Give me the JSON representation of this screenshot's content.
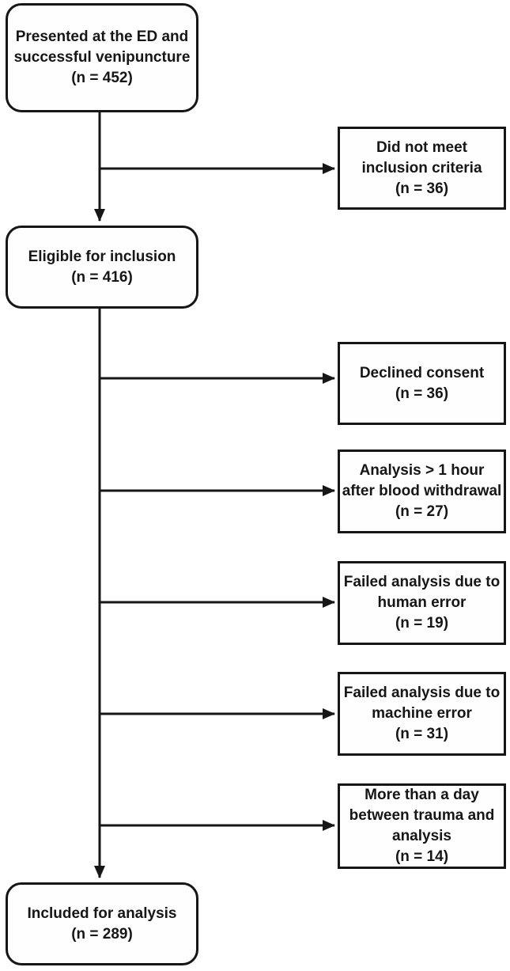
{
  "figure": {
    "type": "patient-flow-diagram",
    "background_color": "#ffffff",
    "line_color": "#161616",
    "box_fill_color": "#fefefe",
    "nodes": {
      "presented": {
        "label": "Presented at the ED and\nsuccessful venipuncture",
        "count": "(n = 452)"
      },
      "did_not_meet": {
        "label": "Did not meet\ninclusion criteria",
        "count": "(n = 36)"
      },
      "eligible": {
        "label": "Eligible for inclusion",
        "count": "(n = 416)"
      },
      "declined": {
        "label": "Declined consent",
        "count": "(n = 36)"
      },
      "late_analysis": {
        "label": "Analysis > 1 hour\nafter blood withdrawal",
        "count": "(n = 27)"
      },
      "failed_human": {
        "label": "Failed analysis due to\nhuman error",
        "count": "(n = 19)"
      },
      "failed_machine": {
        "label": "Failed analysis due to\nmachine error",
        "count": "(n = 31)"
      },
      "day_between": {
        "label": "More than a day\nbetween trauma and\nanalysis",
        "count": "(n = 14)"
      },
      "included": {
        "label": "Included for analysis",
        "count": "(n = 289)"
      }
    },
    "edges": [
      {
        "from": "presented",
        "to": "eligible"
      },
      {
        "from": "presented",
        "to": "did_not_meet"
      },
      {
        "from": "eligible",
        "to": "declined"
      },
      {
        "from": "eligible",
        "to": "late_analysis"
      },
      {
        "from": "eligible",
        "to": "failed_human"
      },
      {
        "from": "eligible",
        "to": "failed_machine"
      },
      {
        "from": "eligible",
        "to": "day_between"
      },
      {
        "from": "eligible",
        "to": "included"
      }
    ]
  }
}
